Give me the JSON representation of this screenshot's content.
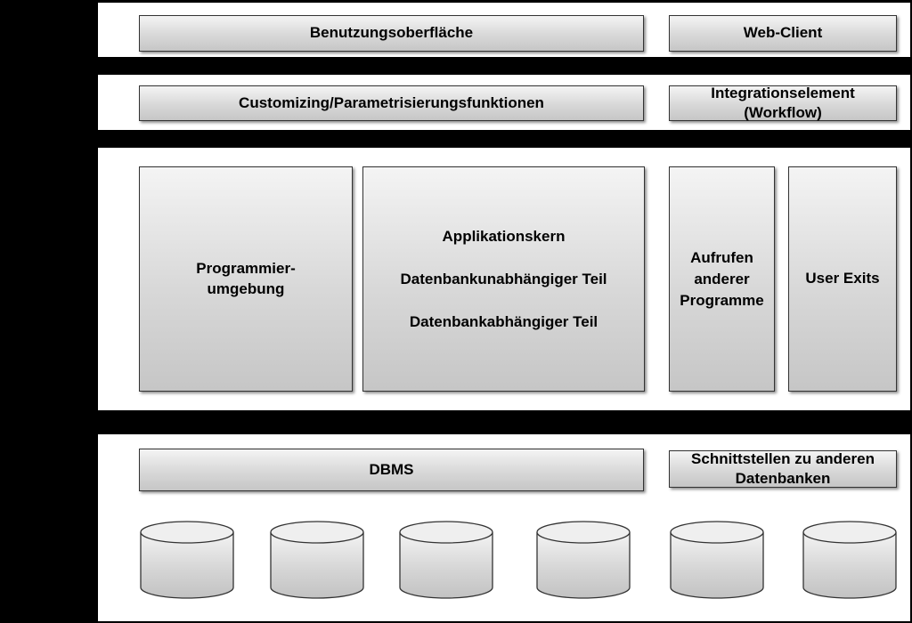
{
  "layer_ui": {
    "main_label": "Benutzungsoberfläche",
    "side_label": "Web-Client"
  },
  "layer_custom": {
    "main_label": "Customizing/Parametrisierungsfunktionen",
    "side_line1": "Integrationselement",
    "side_line2": "(Workflow)"
  },
  "layer_app": {
    "prog_line1": "Programmier-",
    "prog_line2": "umgebung",
    "core_line1": "Applikationskern",
    "core_line2": "Datenbankunabhängiger Teil",
    "core_line3": "Datenbankabhängiger Teil",
    "calls_line1": "Aufrufen",
    "calls_line2": "anderer",
    "calls_line3": "Programme",
    "exits_label": "User Exits"
  },
  "layer_db": {
    "dbms_label": "DBMS",
    "iface_line1": "Schnittstellen zu anderen",
    "iface_line2": "Datenbanken",
    "databases": [
      "",
      "",
      "",
      "",
      "",
      ""
    ]
  },
  "colors": {
    "background": "#000000",
    "layer": "#ffffff",
    "box_top": "#f4f4f4",
    "box_bottom": "#c6c6c6",
    "border": "#333333"
  }
}
